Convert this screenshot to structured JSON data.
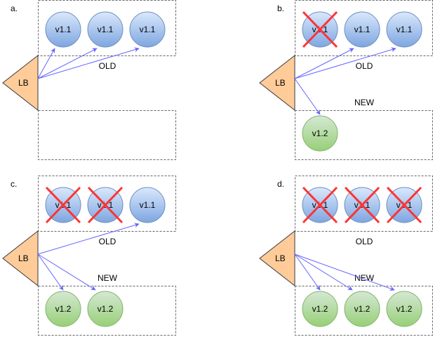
{
  "colors": {
    "old_fill_top": "#dae8fc",
    "old_fill_bottom": "#7ea6e0",
    "old_stroke": "#6c8ebf",
    "new_fill_top": "#d5e8d4",
    "new_fill_bottom": "#97d077",
    "new_stroke": "#82b366",
    "lb_fill": "#ffcc99",
    "arrow": "#6666ff",
    "cross": "#ff3333"
  },
  "lb_label": "LB",
  "old_group_label": "OLD",
  "new_group_label": "NEW",
  "old_version": "v1.1",
  "new_version": "v1.2",
  "panels": [
    {
      "id": "a",
      "label": "a.",
      "old_instances": [
        {
          "retired": false,
          "routed": true
        },
        {
          "retired": false,
          "routed": true
        },
        {
          "retired": false,
          "routed": true
        }
      ],
      "new_instances": [],
      "show_new_label": false
    },
    {
      "id": "b",
      "label": "b.",
      "old_instances": [
        {
          "retired": true,
          "routed": false
        },
        {
          "retired": false,
          "routed": true
        },
        {
          "retired": false,
          "routed": true
        }
      ],
      "new_instances": [
        {
          "routed": true
        }
      ],
      "show_new_label": true
    },
    {
      "id": "c",
      "label": "c.",
      "old_instances": [
        {
          "retired": true,
          "routed": false
        },
        {
          "retired": true,
          "routed": false
        },
        {
          "retired": false,
          "routed": true
        }
      ],
      "new_instances": [
        {
          "routed": true
        },
        {
          "routed": true
        }
      ],
      "show_new_label": true
    },
    {
      "id": "d",
      "label": "d.",
      "old_instances": [
        {
          "retired": true,
          "routed": false
        },
        {
          "retired": true,
          "routed": false
        },
        {
          "retired": true,
          "routed": false
        }
      ],
      "new_instances": [
        {
          "routed": true
        },
        {
          "routed": true
        },
        {
          "routed": true
        }
      ],
      "show_new_label": true
    }
  ]
}
